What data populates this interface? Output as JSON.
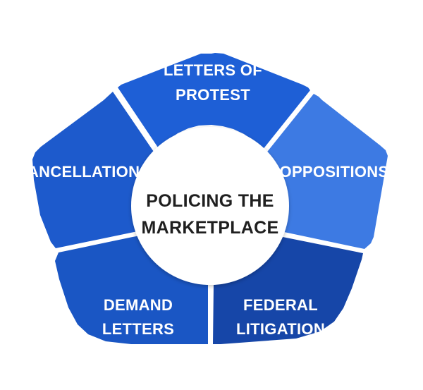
{
  "center": {
    "line1": "POLICING THE",
    "line2": "MARKETPLACE"
  },
  "segments": [
    {
      "line1": "LETTERS OF",
      "line2": "PROTEST",
      "color": "#1e5fd6"
    },
    {
      "line1": "OPPOSITIONS",
      "line2": "",
      "color": "#3d7ae3"
    },
    {
      "line1": "FEDERAL",
      "line2": "LITIGATION",
      "color": "#1646a8"
    },
    {
      "line1": "DEMAND",
      "line2": "LETTERS",
      "color": "#1a56c4"
    },
    {
      "line1": "CANCELLATIONS",
      "line2": "",
      "color": "#1d5acc"
    }
  ],
  "colors": {
    "hub_fill": "#ffffff",
    "hub_text": "#1f1f1f",
    "divider": "#ffffff"
  }
}
